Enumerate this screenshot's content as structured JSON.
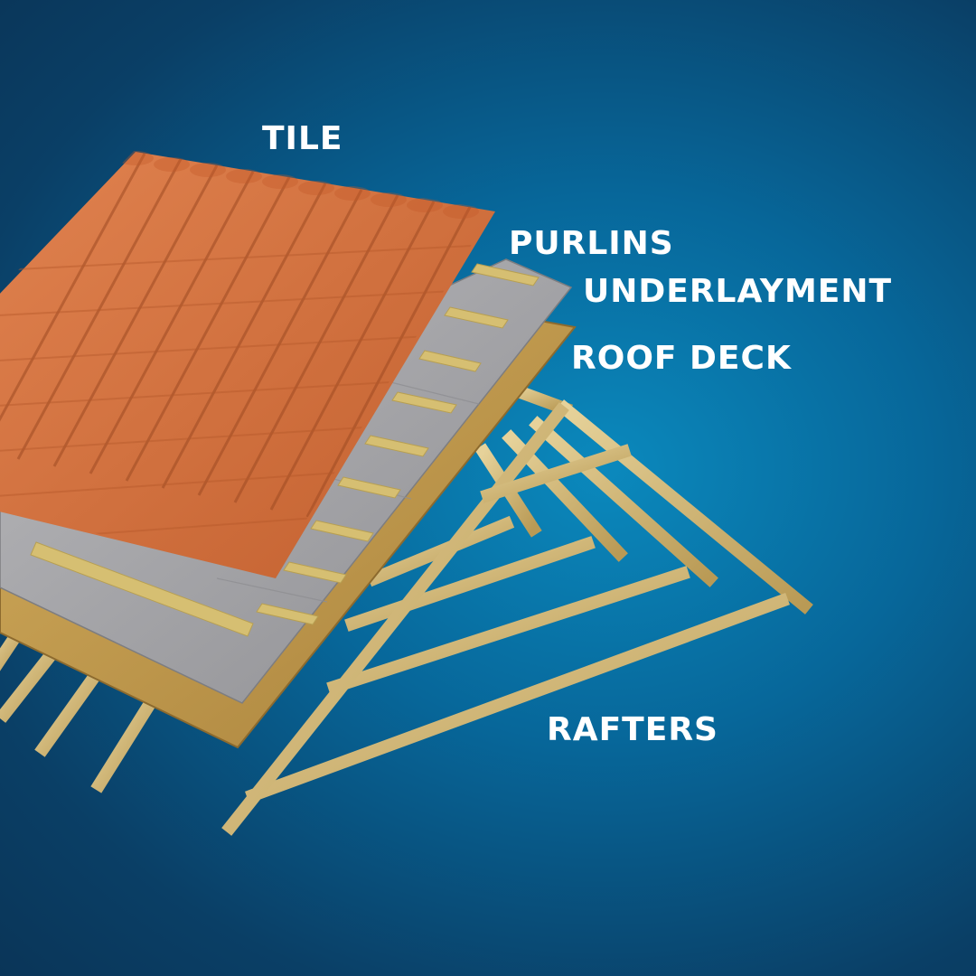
{
  "labels": {
    "tile": "TILE",
    "purlins": "PURLINS",
    "underlayment": "UNDERLAYMENT",
    "roof_deck": "ROOF DECK",
    "rafters": "RAFTERS"
  },
  "colors": {
    "background": "#07679a",
    "tile": "#d97745",
    "tile_shadow": "#a9512a",
    "purlin": "#d8c27a",
    "underlayment": "#a9a9ac",
    "roof_deck": "#c79d4e",
    "rafter": "#d9c183",
    "label_text": "#ffffff"
  }
}
